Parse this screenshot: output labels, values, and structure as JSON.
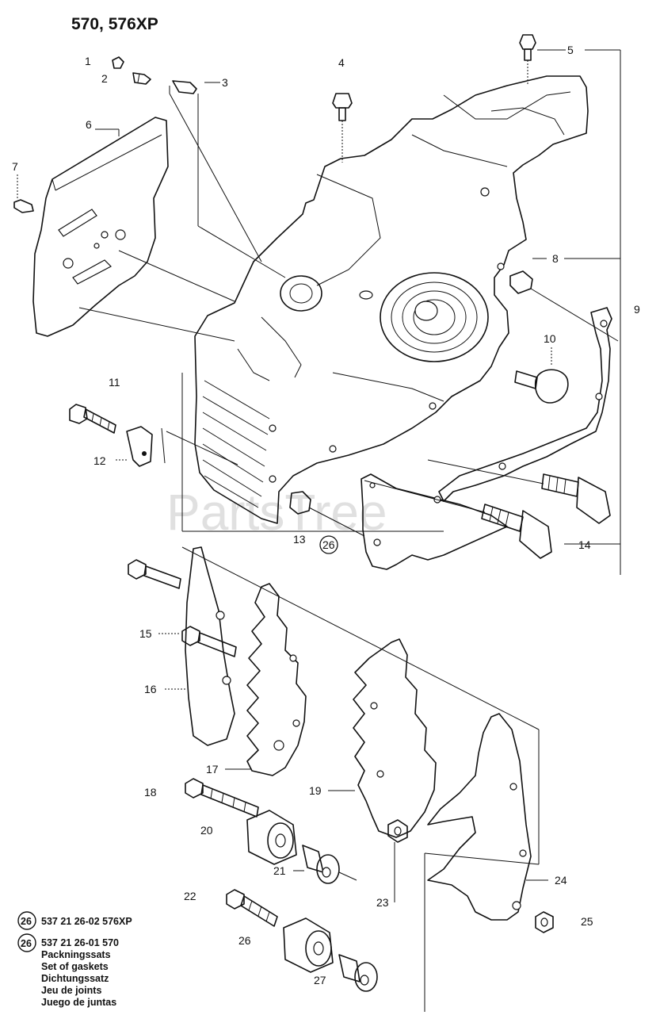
{
  "title": "570, 576XP",
  "watermark": "PartsTree",
  "callouts": [
    "1",
    "2",
    "3",
    "4",
    "5",
    "6",
    "7",
    "8",
    "9",
    "10",
    "11",
    "12",
    "13",
    "14",
    "15",
    "16",
    "17",
    "18",
    "19",
    "20",
    "21",
    "22",
    "23",
    "24",
    "25",
    "26",
    "27"
  ],
  "circled_callout": "26",
  "footnote": {
    "marker": "26",
    "lines": [
      "537 21 26-02 576XP",
      "537 21 26-01 570",
      "Packningssats",
      "Set of gaskets",
      "Dichtungssatz",
      "Jeu de joints",
      "Juego de juntas"
    ]
  }
}
